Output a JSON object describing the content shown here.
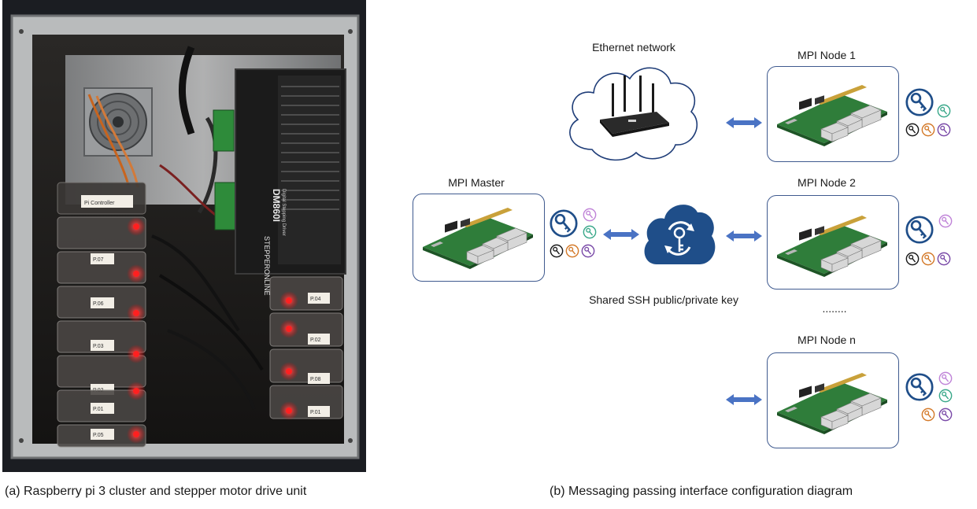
{
  "photo": {
    "rack_tags": [
      "Pi Controller",
      "P.07",
      "P.06",
      "P.03",
      "P.02",
      "P.01",
      "P.05",
      "P.04",
      "P.02",
      "P.08",
      "P.01"
    ],
    "driver_model": "DM860I",
    "driver_subtitle": "Digital Stepping Driver",
    "driver_brand": "STEPPERONLINE"
  },
  "diagram": {
    "ethernet_label": "Ethernet network",
    "master_label": "MPI Master",
    "node1_label": "MPI Node 1",
    "node2_label": "MPI Node 2",
    "noden_label": "MPI Node n",
    "ellipsis": "........",
    "shared_key_label": "Shared SSH public/private key"
  },
  "captions": {
    "left": "(a) Raspberry pi 3 cluster and stepper motor drive unit",
    "right": "(b) Messaging passing interface configuration diagram"
  },
  "colors": {
    "accent_blue": "#1f4e89",
    "arrow_blue": "#4a73c4",
    "box_border": "#3f5a8f",
    "led_red": "#ff1a1a",
    "key_purple": "#7a4aa8",
    "key_teal": "#3aa88a",
    "key_orange": "#d47a2a",
    "key_violet": "#c084d8"
  }
}
